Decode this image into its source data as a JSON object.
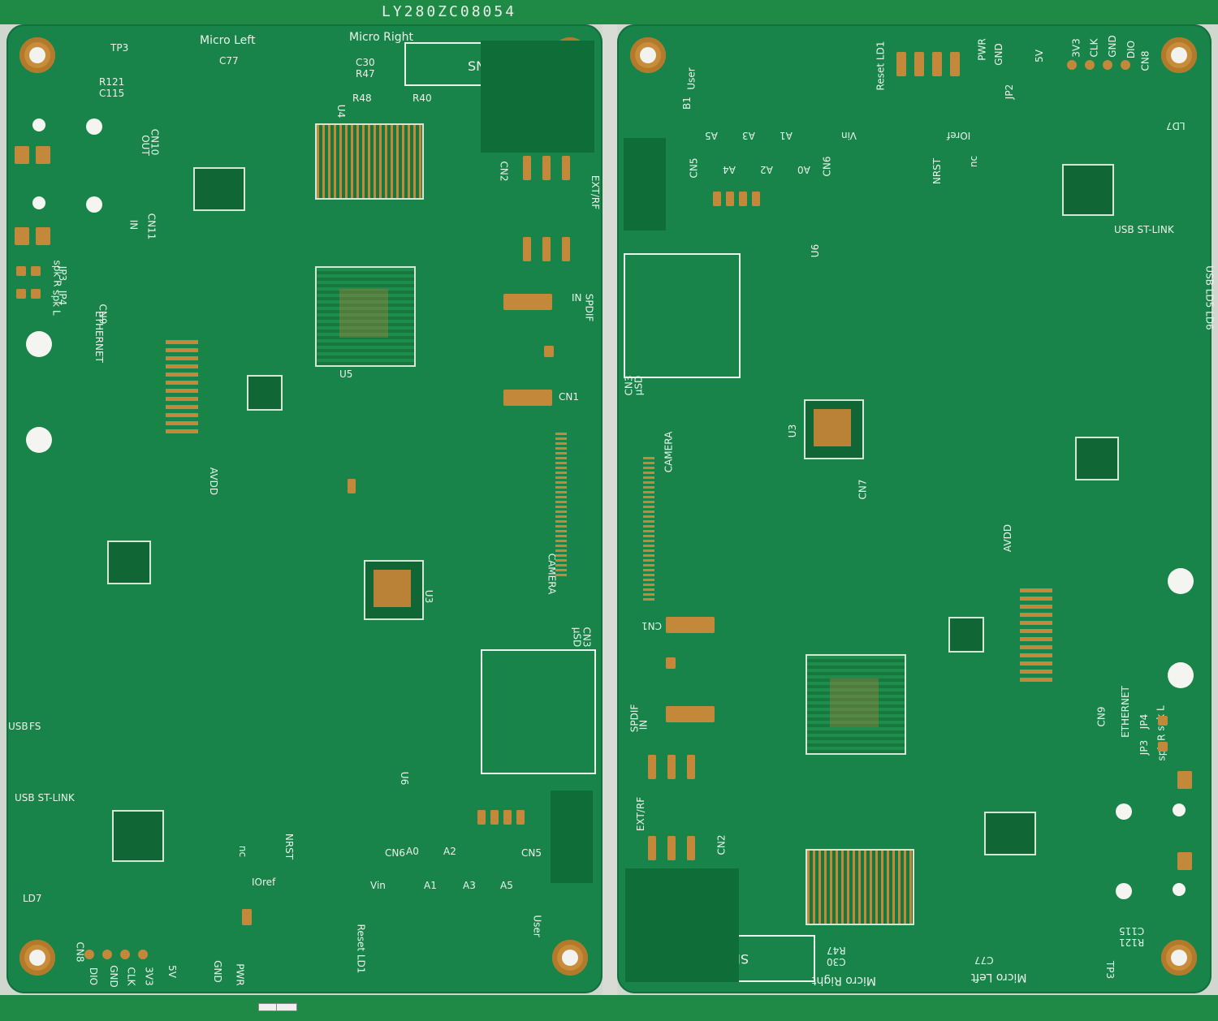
{
  "panel_serial": "LY280ZC08054",
  "left_board": {
    "labels": {
      "micro_left": "Micro Left",
      "micro_right": "Micro Right",
      "tp3": "TP3",
      "sn": "SN",
      "ext_rf": "EXT/RF",
      "spdif": "SPDIF",
      "in": "IN",
      "cn1": "CN1",
      "cn2": "CN2",
      "camera": "CAMERA",
      "usd": "µSD",
      "cn3": "CN3",
      "ethernet": "ETHERNET",
      "cn9": "CN9",
      "usb_st_link": "USB ST-LINK",
      "usb": "USB",
      "fs": "FS",
      "user": "User",
      "reset_ld1": "Reset LD1",
      "pwr": "PWR",
      "gnd": "GND",
      "v5": "5V",
      "dio": "DIO",
      "clk": "CLK",
      "v33": "3V3",
      "cn8": "CN8",
      "u3": "U3",
      "u4": "U4",
      "u5": "U5",
      "u6": "U6",
      "jp3": "JP3",
      "jp4": "JP4",
      "spk_r": "spk R",
      "spk_l": "spk L",
      "ld7": "LD7",
      "nrst": "NRST",
      "nc": "nc",
      "ioref": "IOref",
      "vin": "Vin",
      "a0": "A0",
      "a1": "A1",
      "a2": "A2",
      "a3": "A3",
      "a5": "A5",
      "cn5": "CN5",
      "cn6": "CN6",
      "cn10": "CN10",
      "cn11": "CN11",
      "out": "OUT",
      "avdd": "AVDD",
      "r121": "R121",
      "c115": "C115",
      "c77": "C77",
      "c30": "C30",
      "r47": "R47",
      "r48": "R48",
      "r40": "R40"
    }
  },
  "right_board": {
    "labels": {
      "micro_left": "Micro Left",
      "micro_right": "Micro Right",
      "tp3": "TP3",
      "sn": "SN",
      "ext_rf": "EXT/RF",
      "spdif": "SPDIF",
      "in": "IN",
      "cn1": "CN1",
      "cn2": "CN2",
      "camera": "CAMERA",
      "usd": "µSD",
      "cn3": "CN3",
      "ethernet": "ETHERNET",
      "cn9": "CN9",
      "usb_st_link": "USB ST-LINK",
      "user": "User",
      "reset_ld1": "Reset LD1",
      "pwr": "PWR",
      "gnd": "GND",
      "v5": "5V",
      "dio": "DIO",
      "clk": "CLK",
      "v33": "3V3",
      "cn8": "CN8",
      "u3": "U3",
      "u6": "U6",
      "jp2": "JP2",
      "jp3": "JP3",
      "jp4": "JP4",
      "spk_r": "spk R",
      "spk_l": "spk L",
      "ld7": "LD7",
      "nrst": "NRST",
      "nc": "nc",
      "ioref": "IOref",
      "vin": "Vin",
      "a0": "A0",
      "a1": "A1",
      "a2": "A2",
      "a3": "A3",
      "a4": "A4",
      "a5": "A5",
      "cn5": "CN5",
      "cn6": "CN6",
      "cn7": "CN7",
      "avdd": "AVDD",
      "r121": "R121",
      "c115": "C115",
      "c77": "C77",
      "c30": "C30",
      "r47": "R47",
      "usb_ld5_ld6": "USB LD5 LD6",
      "b1": "B1"
    }
  },
  "colors": {
    "solder_mask": "#18844a",
    "copper": "#c4883a",
    "silkscreen": "#eaf3ea",
    "panel_frame": "#1f8a46"
  }
}
